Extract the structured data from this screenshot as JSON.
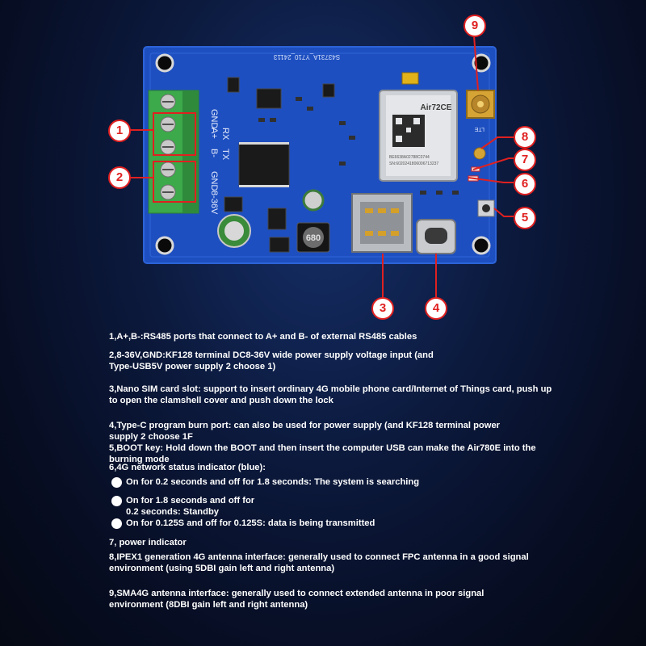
{
  "pcb": {
    "silk_labels": [
      "GND",
      "A+",
      "RX",
      "B-",
      "TX",
      "GND",
      "8-36V"
    ],
    "module_label": "Air72CE",
    "module_code": "BE6638A02788C0744",
    "module_imei": "SN:6020241806006713237",
    "lte_label": "LTE",
    "inductor_label": "680",
    "board_id": "S43731A_Y710_24113"
  },
  "callouts": [
    "1",
    "2",
    "3",
    "4",
    "5",
    "6",
    "7",
    "8",
    "9"
  ],
  "descriptions": [
    "1,A+,B-:RS485 ports that connect to A+ and B- of external RS485 cables",
    "2,8-36V,GND:KF128 terminal DC8-36V wide power supply voltage input (and\nType-USB5V power supply 2 choose 1)",
    "3,Nano SIM card slot: support to insert ordinary 4G mobile phone card/Internet of Things card, push up\nto open the clamshell cover and push down the lock",
    "4,Type-C program burn port: can also be used for power supply (and KF128 terminal power\nsupply 2 choose 1F",
    "5,BOOT key: Hold down the BOOT and then insert the computer USB can make the Air780E into the\nburning mode",
    "6,4G network status indicator (blue):",
    "7, power indicator",
    "8,IPEX1 generation 4G antenna interface: generally used to connect FPC antenna in a good signal\nenvironment (using 5DBI gain left and right antenna)",
    "9,SMA4G antenna interface: generally used to connect extended antenna in poor signal\nenvironment (8DBI gain left and right antenna)"
  ],
  "indicator_states": [
    "On for 0.2 seconds and off for 1.8 seconds: The system is searching",
    "On for 1.8 seconds and off for\n0.2 seconds: Standby",
    "On for 0.125S and off for 0.125S: data is being transmitted"
  ],
  "colors": {
    "pcb": "#1e4fc0",
    "terminal": "#3ca94a",
    "callout_border": "#e02020",
    "background": "#0c1a3e"
  }
}
